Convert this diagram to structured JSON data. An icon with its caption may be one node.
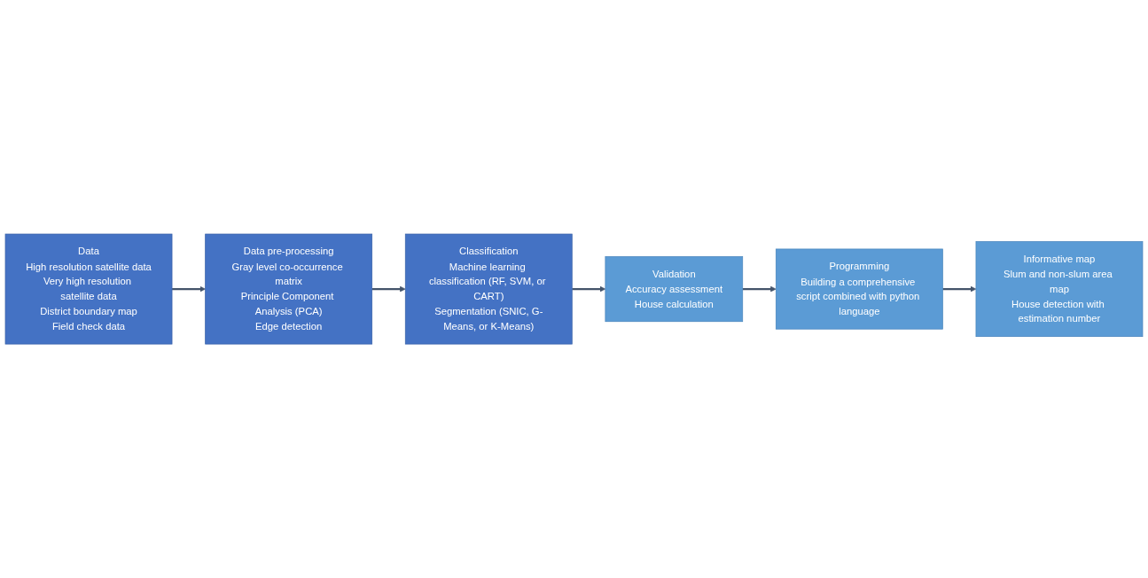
{
  "diagram": {
    "nodes": [
      {
        "text": [
          "Data",
          "High resolution satellite data",
          "Very high resolution satellite data",
          "District boundary map",
          "Field check data"
        ]
      },
      {
        "text": [
          "Data pre-processing",
          "Gray level co-occurrence matrix",
          "Principle Component Analysis (PCA)",
          "Edge detection"
        ]
      },
      {
        "text": [
          "Classification",
          "Machine learning classification (RF, SVM, or CART)",
          "Segmentation (SNIC, G-Means, or K-Means)"
        ]
      },
      {
        "text": [
          "Informative map",
          "Slum and non-slum area map",
          "House detection with estimation number"
        ]
      },
      {
        "text": [
          "Programming",
          "Building a comprehensive script combined with python language"
        ]
      },
      {
        "text": [
          "Validation",
          "Accuracy assessment",
          "House calculation"
        ]
      }
    ],
    "edges": [
      {
        "from": 0,
        "to": 1,
        "arrow": "to"
      },
      {
        "from": 1,
        "to": 2,
        "arrow": "to"
      },
      {
        "from": 2,
        "to": 5,
        "arrow": "to"
      },
      {
        "from": 5,
        "to": 4,
        "arrow": "to"
      },
      {
        "from": 4,
        "to": 3,
        "arrow": "to"
      }
    ]
  }
}
